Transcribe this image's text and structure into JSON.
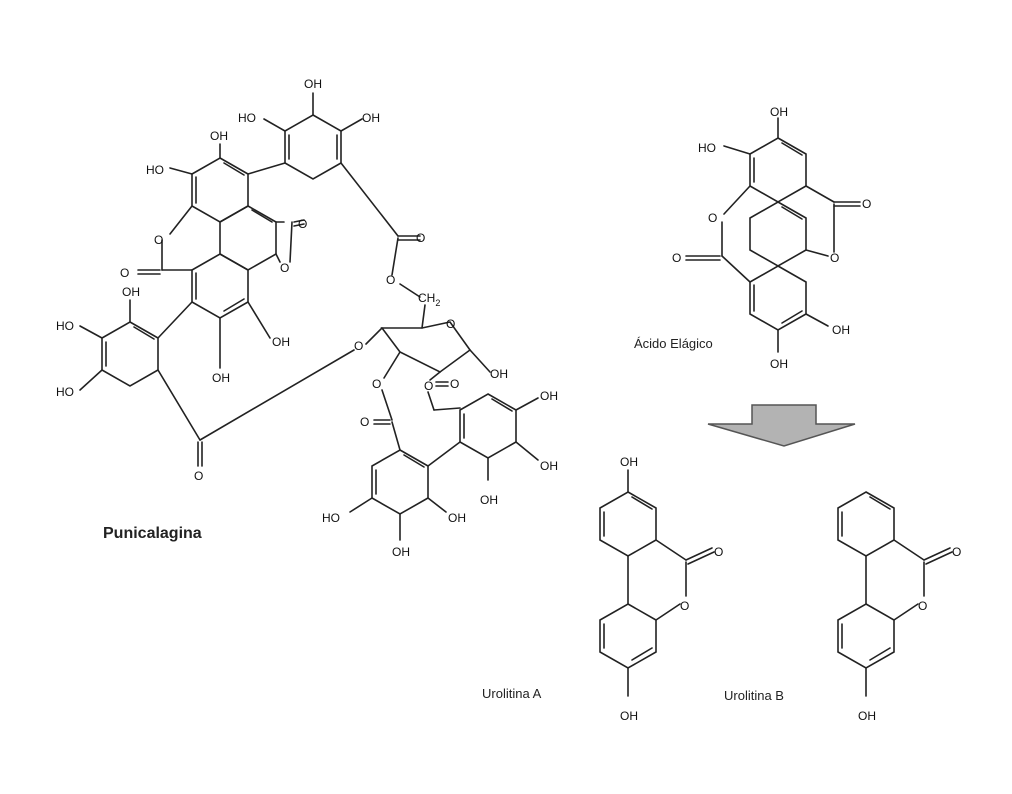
{
  "labels": {
    "punicalagina": "Punicalagina",
    "acido_elagico": "Ácido Elágico",
    "urolitina_a": "Urolitina A",
    "urolitina_b": "Urolitina B"
  },
  "atoms": {
    "hydroxyl": "OH",
    "hydroxyl_left": "HO",
    "carbonyl_oxygen": "O",
    "ring_oxygen": "O",
    "methylene_c": "CH",
    "methylene_sub": "2"
  },
  "colors": {
    "line": "#222222",
    "arrow_fill": "#b3b3b3",
    "arrow_stroke": "#555555"
  }
}
